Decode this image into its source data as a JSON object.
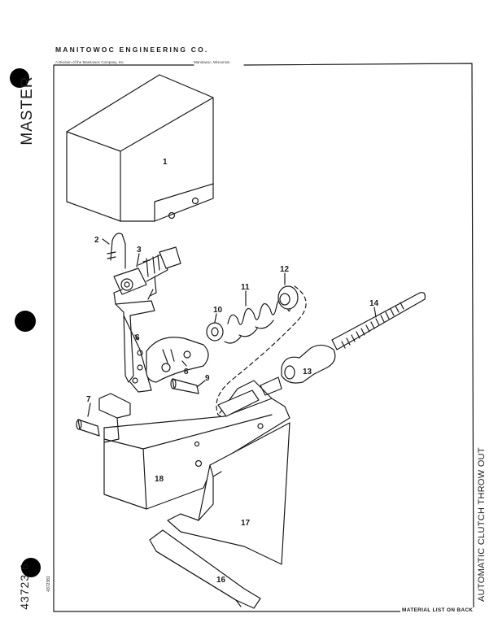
{
  "header": {
    "company": "MANITOWOC ENGINEERING CO.",
    "division": "A Division of the Manitowoc Company, Inc.",
    "location": "Manitowoc, Wisconsin"
  },
  "side_stamp": "MASTER",
  "document_number": "43723 6",
  "plate_number": "4372381",
  "title": "AUTOMATIC CLUTCH THROW OUT",
  "footer": "MATERIAL LIST ON BACK",
  "parts": [
    "1",
    "2",
    "3",
    "6",
    "7",
    "8",
    "9",
    "10",
    "11",
    "12",
    "13",
    "14",
    "16",
    "17",
    "18"
  ]
}
